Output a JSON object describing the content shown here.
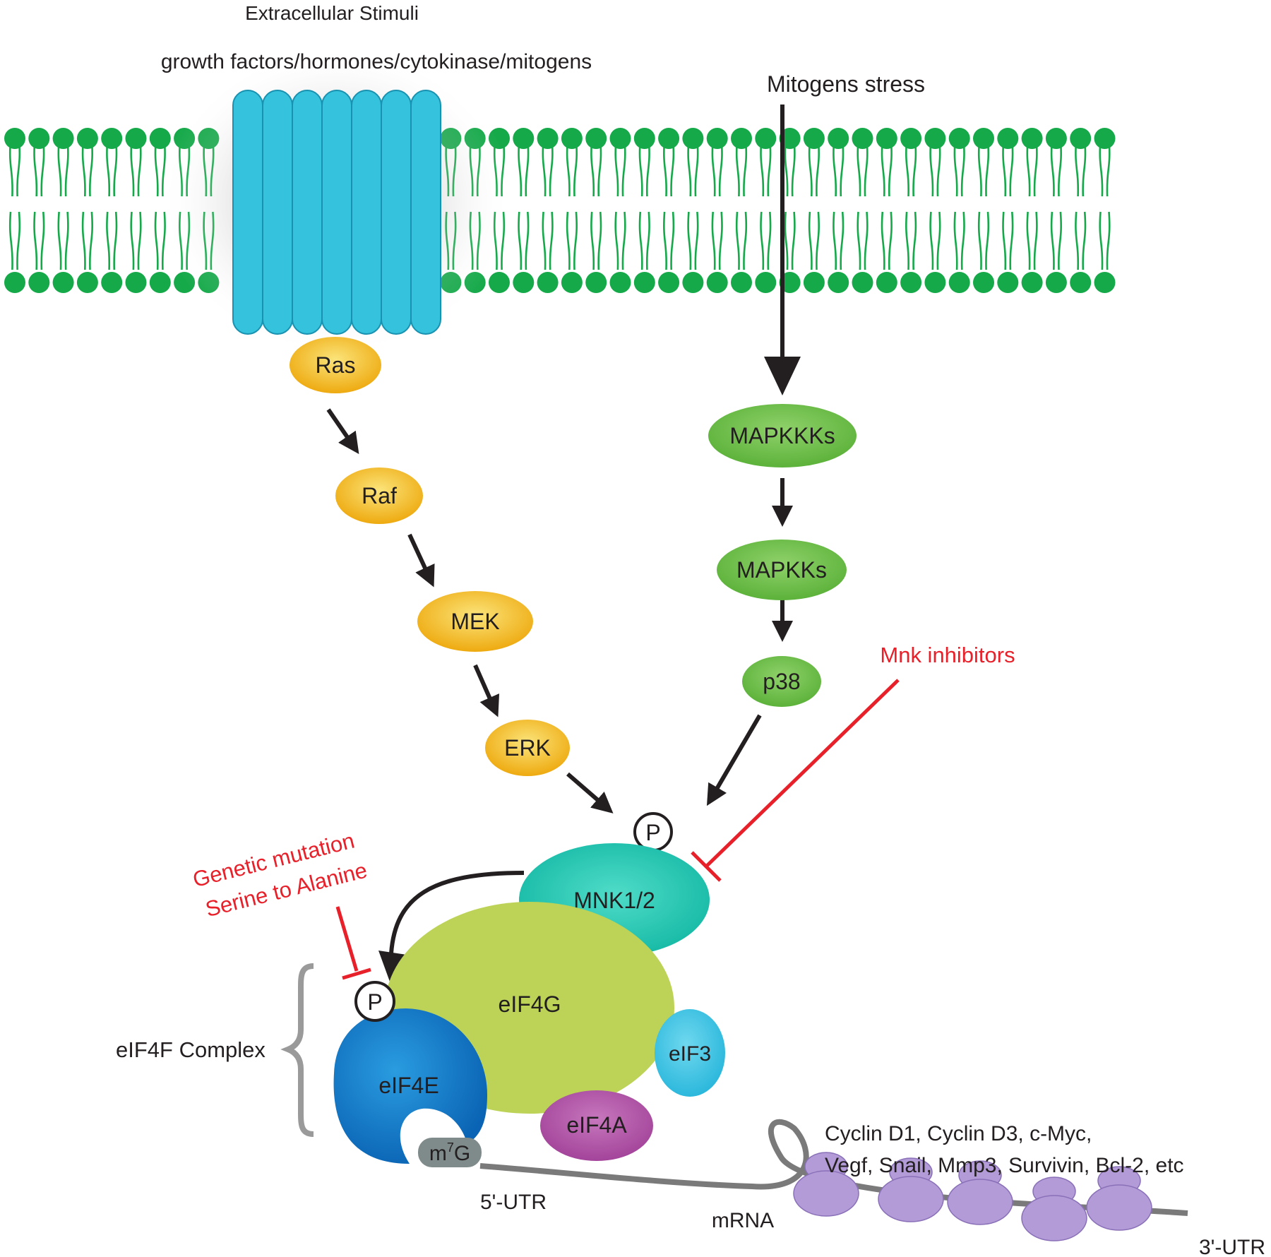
{
  "stimuli": {
    "title": "Extracellular Stimuli",
    "subtitle": "growth factors/hormones/cytokinase/mitogens"
  },
  "stress": "Mitogens stress",
  "ras_pathway": [
    "Ras",
    "Raf",
    "MEK",
    "ERK"
  ],
  "p38_pathway": [
    "MAPKKKs",
    "MAPKKs",
    "p38"
  ],
  "mnk": "MNK1/2",
  "phospho": "P",
  "inhibitors": {
    "mnk_inhibitors": "Mnk inhibitors",
    "mutation_line1": "Genetic mutation",
    "mutation_line2": "Serine to Alanine"
  },
  "complex": {
    "label": "eIF4F Complex",
    "eif4g": "eIF4G",
    "eif4e": "eIF4E",
    "eif4a": "eIF4A",
    "eif3": "eIF3",
    "cap_main": "m",
    "cap_sup": "7",
    "cap_end": "G"
  },
  "mrna": {
    "label": "mRNA",
    "utr5": "5'-UTR",
    "utr3": "3'-UTR",
    "targets_line1": "Cyclin D1, Cyclin D3, c-Myc,",
    "targets_line2": "Vegf, Snail, Mmp3, Survivin, Bcl-2, etc"
  },
  "colors": {
    "membrane": "#16a94a",
    "receptor": "#35c2dc",
    "ras_node": "#f2b51c",
    "p38_node": "#6abf45",
    "mnk": "#1cc3b0",
    "eif4g": "#b9d256",
    "eif4e": "#1475c6",
    "eif4a": "#b04fa6",
    "eif3": "#3cc4e2",
    "ribosome": "#b29bd6",
    "inhibition": "#e8202a"
  }
}
